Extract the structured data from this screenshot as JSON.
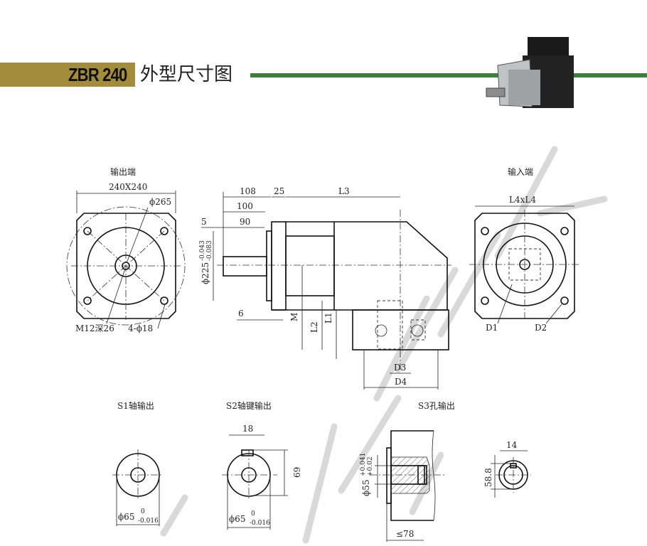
{
  "header": {
    "model": "ZBR 240",
    "title": "外型尺寸图",
    "banner_color": "#a38c3c",
    "line_color": "#3e7e3e"
  },
  "output_view": {
    "label": "输出端",
    "size": "240X240",
    "pcd": "ϕ265",
    "thread": "M12深26",
    "holes": "4-ϕ18"
  },
  "side_view": {
    "d108": "108",
    "d25": "25",
    "l3": "L3",
    "d100": "100",
    "d5": "5",
    "d90": "90",
    "pilot": "ϕ225",
    "pilot_tol_upper": "-0.043",
    "pilot_tol_lower": "-0.083",
    "d6": "6",
    "m": "M",
    "l2": "L2",
    "l1": "L1",
    "d3": "D3",
    "d4": "D4"
  },
  "input_view": {
    "label": "输入端",
    "size": "L4xL4",
    "d1": "D1",
    "d2": "D2"
  },
  "s1": {
    "label": "S1轴输出",
    "dia": "ϕ65",
    "tol_upper": "0",
    "tol_lower": "-0.016"
  },
  "s2": {
    "label": "S2轴键输出",
    "key": "18",
    "height": "69",
    "dia": "ϕ65",
    "tol_upper": "0",
    "tol_lower": "-0.016"
  },
  "s3": {
    "label": "S3孔输出",
    "bore": "ϕ55",
    "tol_upper": "+0.041",
    "tol_lower": "+0.02",
    "depth": "≤78",
    "key": "14",
    "height": "58.8"
  }
}
